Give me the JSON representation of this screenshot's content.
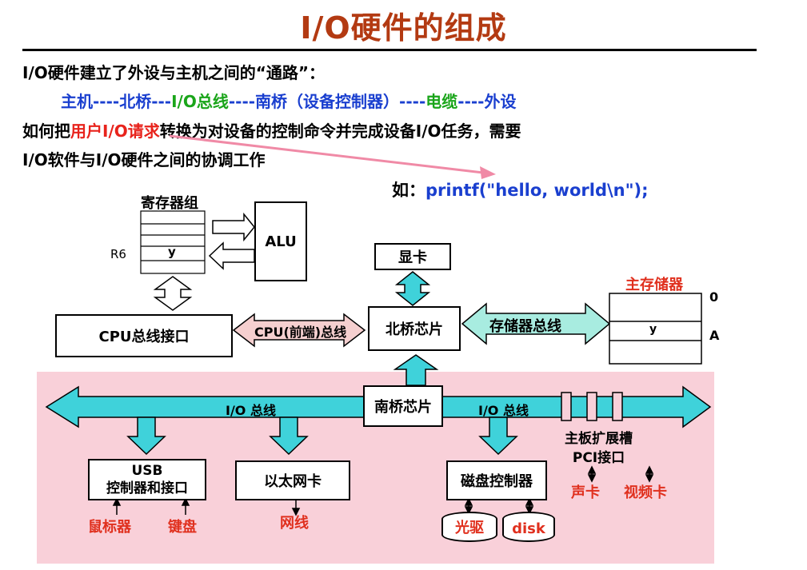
{
  "title": "I/O硬件的组成",
  "intro": {
    "line1": "I/O硬件建立了外设与主机之间的“通路”：",
    "path": [
      "主机----北桥---",
      "I/O总线",
      "----南桥（设备控制器）----",
      "电缆",
      "----外设"
    ],
    "line3_a": "如何把",
    "line3_red": "用户I/O请求",
    "line3_b": "转换为对设备的控制命令并完成设备I/O任务，需要",
    "line4": "I/O软件与I/O硬件之间的协调工作",
    "example_label": "如：",
    "example_code": "printf(\"hello, world\\n\");"
  },
  "diagram": {
    "register_group": "寄存器组",
    "reg_r6": "R6",
    "reg_y": "y",
    "alu": "ALU",
    "cpu_bus_interface": "CPU总线接口",
    "cpu_bus": "CPU(前端)总线",
    "north_bridge": "北桥芯片",
    "gpu": "显卡",
    "memory_bus": "存储器总线",
    "main_memory": "主存储器",
    "mem_addr_0": "0",
    "mem_addr_a": "A",
    "mem_y": "y",
    "south_bridge": "南桥芯片",
    "io_bus_left": "I/O 总线",
    "io_bus_right": "I/O 总线",
    "usb": "USB\n控制器和接口",
    "mouse": "鼠标器",
    "keyboard": "键盘",
    "ethernet": "以太网卡",
    "network": "网线",
    "disk_controller": "磁盘控制器",
    "optical": "光驱",
    "disk": "disk",
    "pci_slots": "主板扩展槽\nPCI接口",
    "sound_card": "声卡",
    "video_card": "视频卡"
  },
  "colors": {
    "title": "#b33a12",
    "blue_text": "#1a3fcf",
    "green_text": "#1aa51a",
    "red_text": "#e0301e",
    "cyan_arrow": "#3fd2da",
    "pink_bg": "#f9d0d9"
  }
}
